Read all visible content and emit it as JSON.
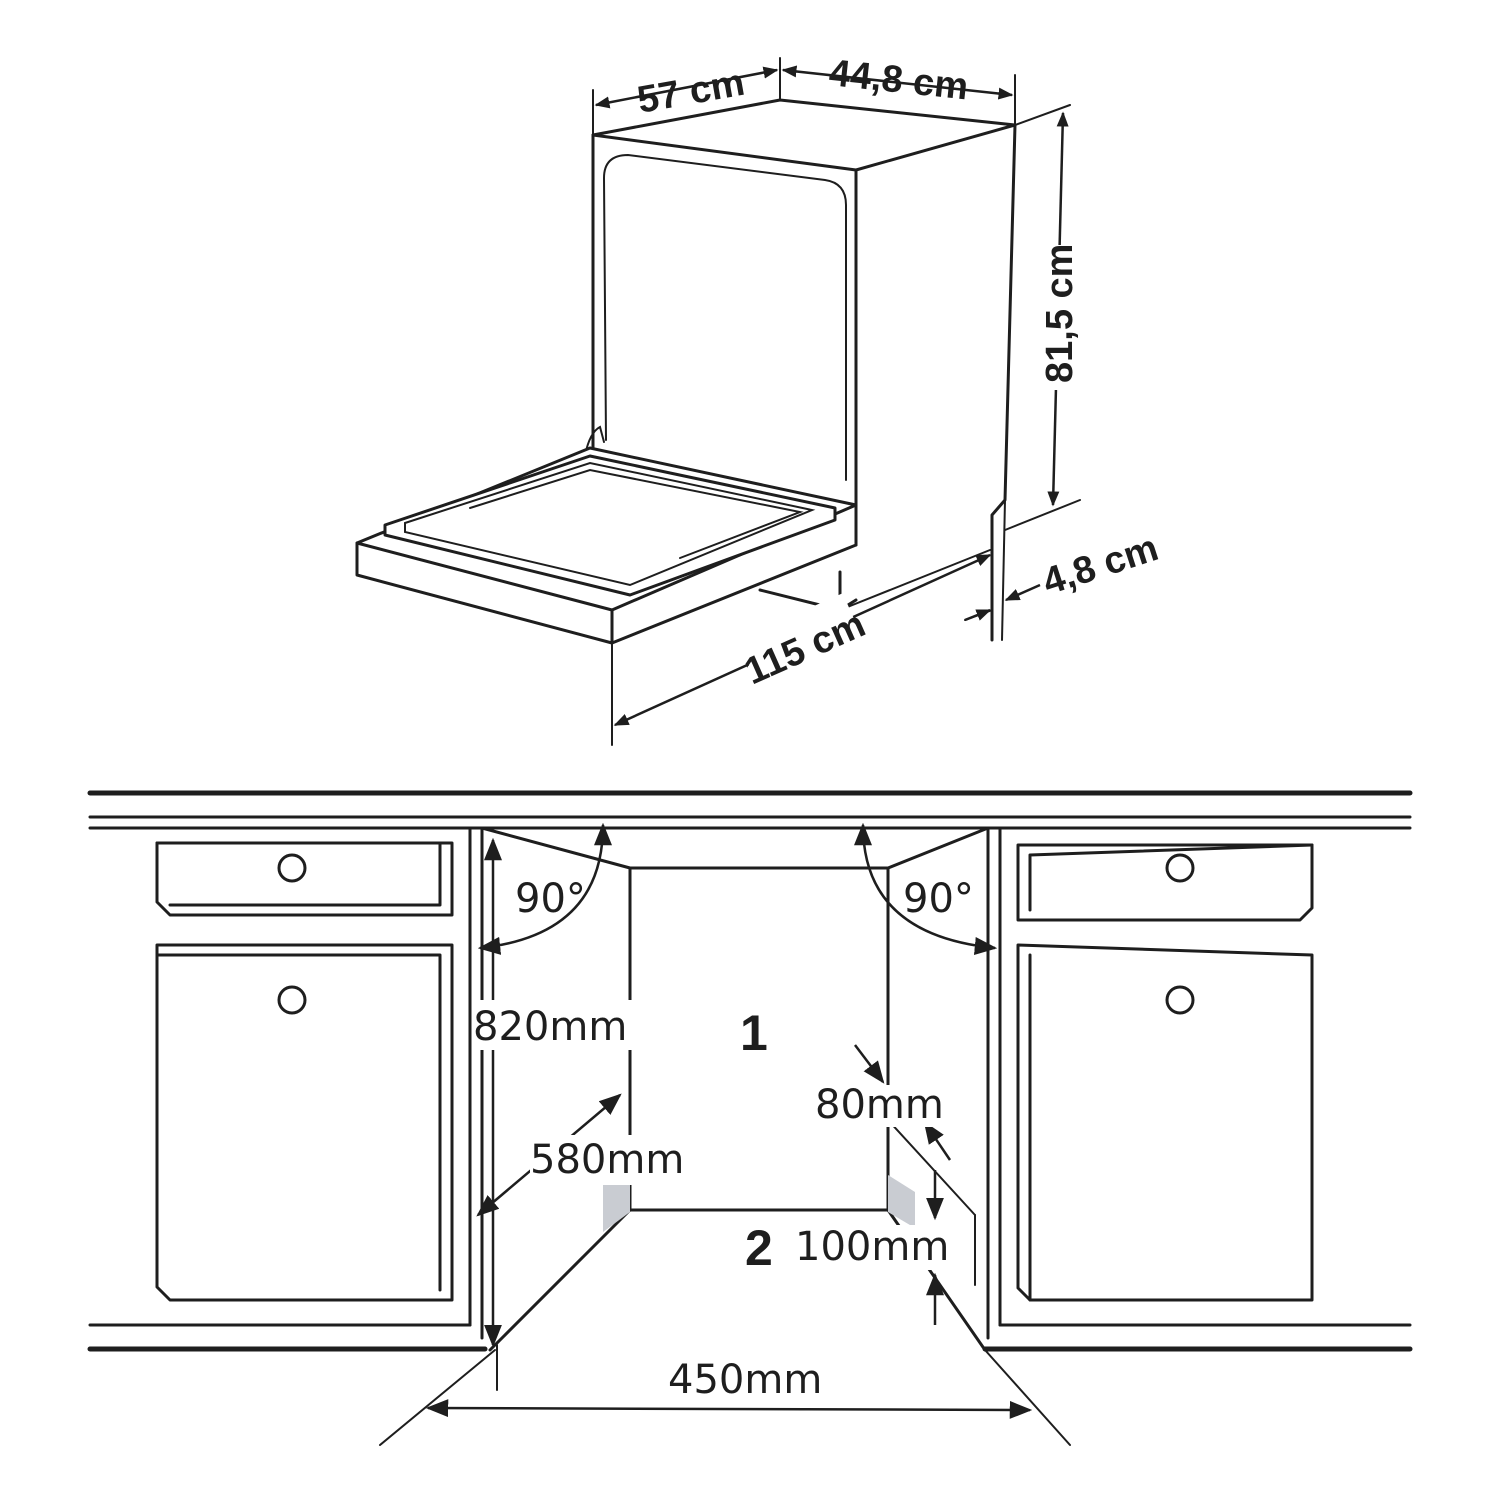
{
  "appliance_dimensions": {
    "depth": "57 cm",
    "width": "44,8 cm",
    "height": "81,5 cm",
    "depth_door_open": "115 cm",
    "door_thickness": "4,8 cm"
  },
  "niche_dimensions": {
    "height": "820mm",
    "depth": "580mm",
    "width": "450mm",
    "side_gap": "80mm",
    "bottom_gap": "100mm",
    "angle_left": "90°",
    "angle_right": "90°"
  },
  "callouts": {
    "one": "1",
    "two": "2"
  },
  "colors": {
    "line": "#1e1e1e",
    "gap_fill": "#c9ccd2",
    "background": "#ffffff"
  }
}
